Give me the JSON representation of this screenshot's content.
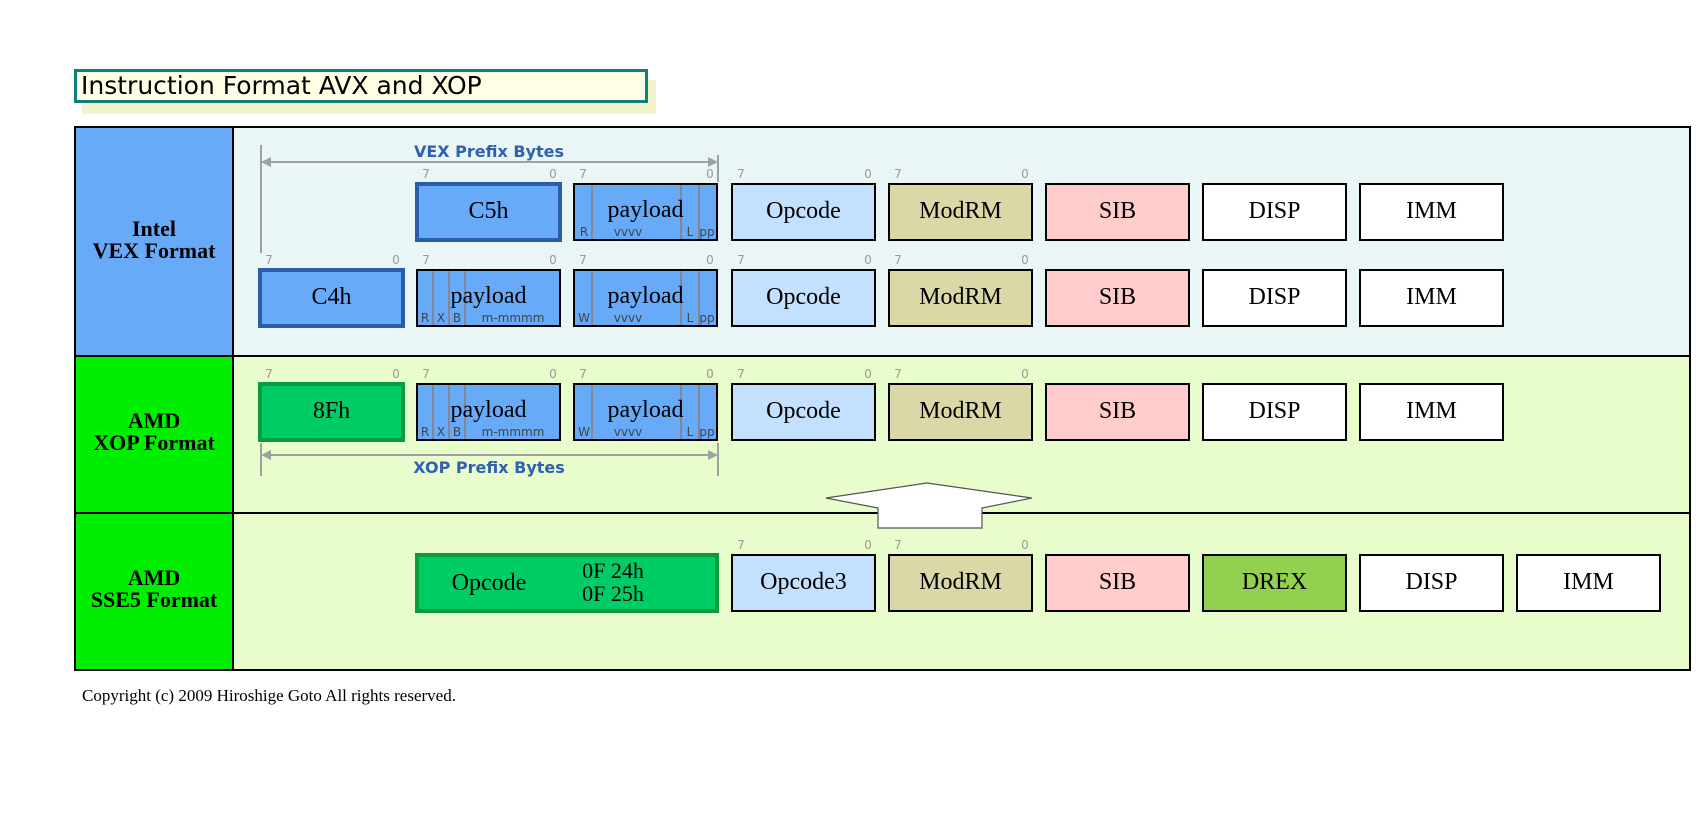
{
  "title": "Instruction Format AVX and XOP",
  "copyright": "Copyright (c) 2009 Hiroshige Goto All rights reserved.",
  "colors": {
    "intel_label_bg": "#66aaf8",
    "amd_label_bg": "#00ee00",
    "intel_panel_bg": "#eaf5f5",
    "amd_panel_bg": "#e8fccc",
    "prefix_blue": "#66aaf8",
    "prefix_blue_border": "#2a5ca8",
    "prefix_green": "#00cc66",
    "prefix_green_border": "#0a9a40",
    "opcode_bg": "#c4e0ff",
    "modrm_bg": "#d9d8a6",
    "sib_bg": "#ffcccc",
    "drex_bg": "#92d050",
    "plain_bg": "#ffffff",
    "bracket_gray": "#a0a0a0",
    "caption_blue": "#3060b0"
  },
  "rows": {
    "intel": {
      "line1": "Intel",
      "line2": "VEX Format"
    },
    "xop": {
      "line1": "AMD",
      "line2": "XOP Format"
    },
    "sse5": {
      "line1": "AMD",
      "line2": "SSE5 Format"
    }
  },
  "brackets": {
    "vex": "VEX Prefix Bytes",
    "xop": "XOP Prefix Bytes"
  },
  "bit_labels": {
    "high": "7",
    "low": "0"
  },
  "fields": {
    "c5h": "C5h",
    "c4h": "C4h",
    "xop8fh": "8Fh",
    "payload": "payload",
    "opcode": "Opcode",
    "opcode3": "Opcode3",
    "modrm": "ModRM",
    "sib": "SIB",
    "disp": "DISP",
    "imm": "IMM",
    "drex": "DREX",
    "sse5_opcode_values": [
      "0F 24h",
      "0F 25h"
    ]
  },
  "payload_bits": {
    "vex2": [
      "R",
      "vvvv",
      "L",
      "pp"
    ],
    "byte1": [
      "R",
      "X",
      "B",
      "m-mmmm"
    ],
    "byte2": [
      "W",
      "vvvv",
      "L",
      "pp"
    ]
  }
}
